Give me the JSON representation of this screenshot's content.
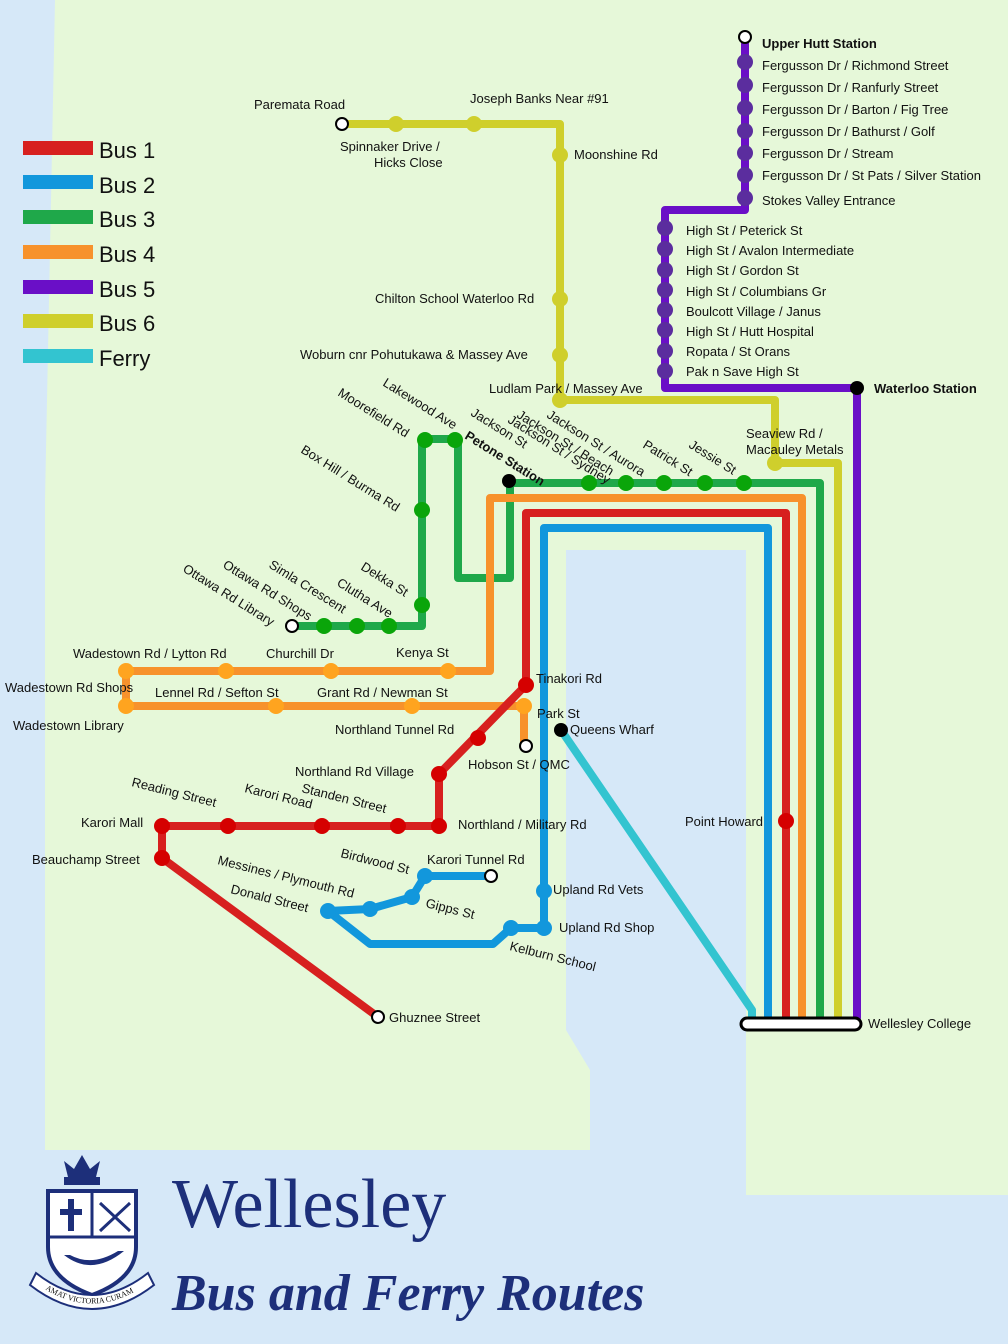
{
  "routes": {
    "bus1": {
      "legend": "Bus 1",
      "color": "#d7201f"
    },
    "bus2": {
      "legend": "Bus 2",
      "color": "#1297dc"
    },
    "bus3": {
      "legend": "Bus 3",
      "color": "#1fa84a"
    },
    "bus4": {
      "legend": "Bus 4",
      "color": "#f7922c"
    },
    "bus5": {
      "legend": "Bus 5",
      "color": "#6a0fc7"
    },
    "bus6": {
      "legend": "Bus 6",
      "color": "#cfcf2c"
    },
    "ferry": {
      "legend": "Ferry",
      "color": "#33c4d0"
    }
  },
  "colors": {
    "land": "#e6f8d9",
    "water": "#d6e8f8",
    "title": "#1d2f7a"
  },
  "title": {
    "main": "Wellesley",
    "sub": "Bus and Ferry Routes"
  },
  "crest": {
    "motto": "AMAT VICTORIA CURAM"
  },
  "stops": {
    "upper_hutt": "Upper Hutt Station",
    "richmond": "Fergusson Dr / Richmond Street",
    "ranfurly": "Fergusson Dr / Ranfurly Street",
    "barton": "Fergusson Dr / Barton / Fig Tree",
    "bathurst": "Fergusson Dr / Bathurst / Golf",
    "stream": "Fergusson Dr / Stream",
    "st_pats": "Fergusson Dr / St Pats / Silver Station",
    "stokes": "Stokes Valley Entrance",
    "peterick": "High St / Peterick St",
    "avalon": "High St / Avalon Intermediate",
    "gordon": "High St / Gordon St",
    "columbians": "High St / Columbians Gr",
    "boulcott": "Boulcott Village / Janus",
    "hutt_hospital": "High St / Hutt Hospital",
    "ropata": "Ropata / St Orans",
    "pak_n_save": "Pak n Save High St",
    "waterloo": "Waterloo Station",
    "paremata": "Paremata Road",
    "joseph_banks": "Joseph Banks Near #91",
    "spinnaker1": "Spinnaker Drive /",
    "spinnaker2": "Hicks Close",
    "moonshine": "Moonshine Rd",
    "chilton": "Chilton School Waterloo Rd",
    "woburn": "Woburn cnr Pohutukawa & Massey Ave",
    "ludlam": "Ludlam Park / Massey Ave",
    "seaview1": "Seaview Rd /",
    "seaview2": "Macauley Metals",
    "lakewood": "Lakewood Ave",
    "moorefield": "Moorefield Rd",
    "petone": "Petone Station",
    "jackson_st": "Jackson St",
    "jackson_sydney": "Jackson St / Sydney",
    "jackson_beach": "Jackson St / Beach",
    "jackson_aurora": "Jackson St / Aurora",
    "patrick": "Patrick St",
    "jessie": "Jessie St",
    "box_hill": "Box Hill / Burma Rd",
    "dekka": "Dekka St",
    "clutha": "Clutha Ave",
    "simla": "Simla Crescent",
    "ottawa_shops": "Ottawa Rd Shops",
    "ottawa_library": "Ottawa Rd Library",
    "wadestown_lytton": "Wadestown Rd / Lytton Rd",
    "churchill": "Churchill Dr",
    "kenya": "Kenya St",
    "wadestown_shops": "Wadestown Rd Shops",
    "lennel": "Lennel Rd / Sefton St",
    "grant": "Grant Rd / Newman  St",
    "wadestown_library": "Wadestown Library",
    "tinakori": "Tinakori Rd",
    "park_st": "Park St",
    "queens_wharf": "Queens Wharf",
    "northland_tunnel": "Northland Tunnel Rd",
    "hobson": "Hobson St / QMC",
    "northland_village": "Northland Rd Village",
    "reading": "Reading Street",
    "karori_road": "Karori Road",
    "standen": "Standen Street",
    "karori_mall": "Karori Mall",
    "northland_military": "Northland / Military Rd",
    "beauchamp": "Beauchamp Street",
    "point_howard": "Point Howard",
    "birdwood": "Birdwood St",
    "karori_tunnel": "Karori Tunnel Rd",
    "messines": "Messines / Plymouth Rd",
    "donald": "Donald Street",
    "gipps": "Gipps St",
    "upland_vets": "Upland Rd Vets",
    "upland_shop": "Upland Rd Shop",
    "kelburn": "Kelburn School",
    "ghuznee": "Ghuznee Street",
    "wellesley": "Wellesley College"
  }
}
